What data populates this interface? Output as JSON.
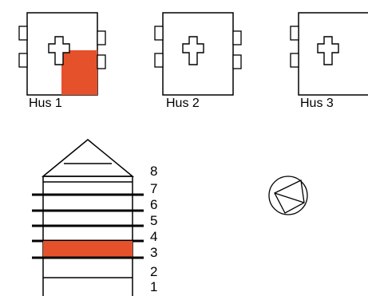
{
  "houses": [
    {
      "label": "Hus 1",
      "selected": true
    },
    {
      "label": "Hus 2",
      "selected": false
    },
    {
      "label": "Hus 3",
      "selected": false
    }
  ],
  "building": {
    "floors": [
      "1",
      "2",
      "3",
      "4",
      "5",
      "6",
      "7",
      "8"
    ],
    "selected_floor": "3"
  },
  "colors": {
    "highlight": "#e5512b",
    "line": "#000000",
    "background": "#ffffff"
  },
  "icons": {
    "house": "house-plan-icon",
    "compass": "compass-icon"
  }
}
